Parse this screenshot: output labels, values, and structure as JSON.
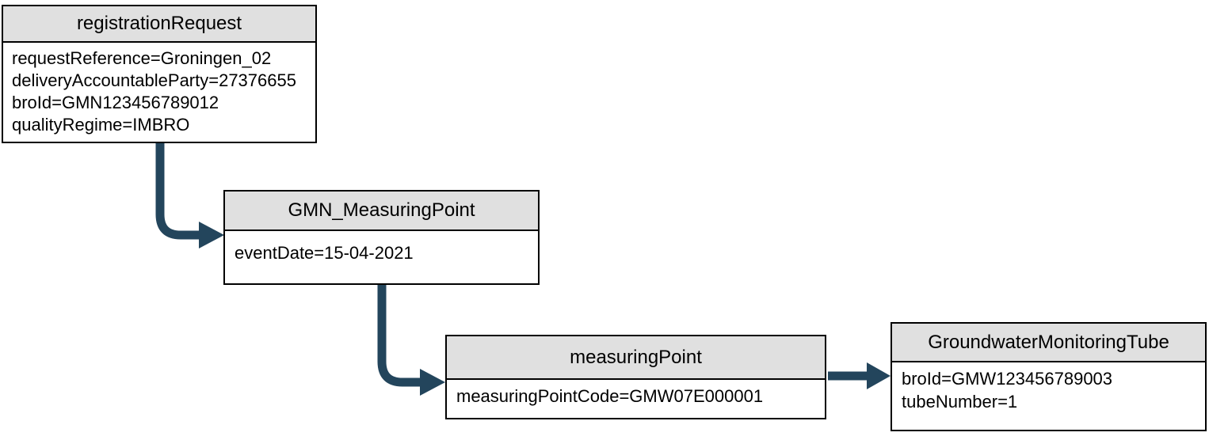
{
  "diagram": {
    "type": "object-diagram",
    "background": "#ffffff",
    "colors": {
      "arrow": "#23455c",
      "node-header-fill": "#e0e0e0",
      "node-body-fill": "#ffffff",
      "node-border": "#000000",
      "text": "#000000"
    },
    "nodes": [
      {
        "title": "registrationRequest",
        "attributes": [
          "requestReference=Groningen_02",
          "deliveryAccountableParty=27376655",
          "broId=GMN123456789012",
          "qualityRegime=IMBRO"
        ]
      },
      {
        "title": "GMN_MeasuringPoint",
        "attributes": [
          "eventDate=15-04-2021"
        ]
      },
      {
        "title": "measuringPoint",
        "attributes": [
          "measuringPointCode=GMW07E000001"
        ]
      },
      {
        "title": "GroundwaterMonitoringTube",
        "attributes": [
          "broId=GMW123456789003",
          "tubeNumber=1"
        ]
      }
    ],
    "edges": [
      {
        "from": "registrationRequest",
        "to": "GMN_MeasuringPoint",
        "style": "elbow-arrow"
      },
      {
        "from": "GMN_MeasuringPoint",
        "to": "measuringPoint",
        "style": "elbow-arrow"
      },
      {
        "from": "measuringPoint",
        "to": "GroundwaterMonitoringTube",
        "style": "straight-arrow"
      }
    ]
  }
}
